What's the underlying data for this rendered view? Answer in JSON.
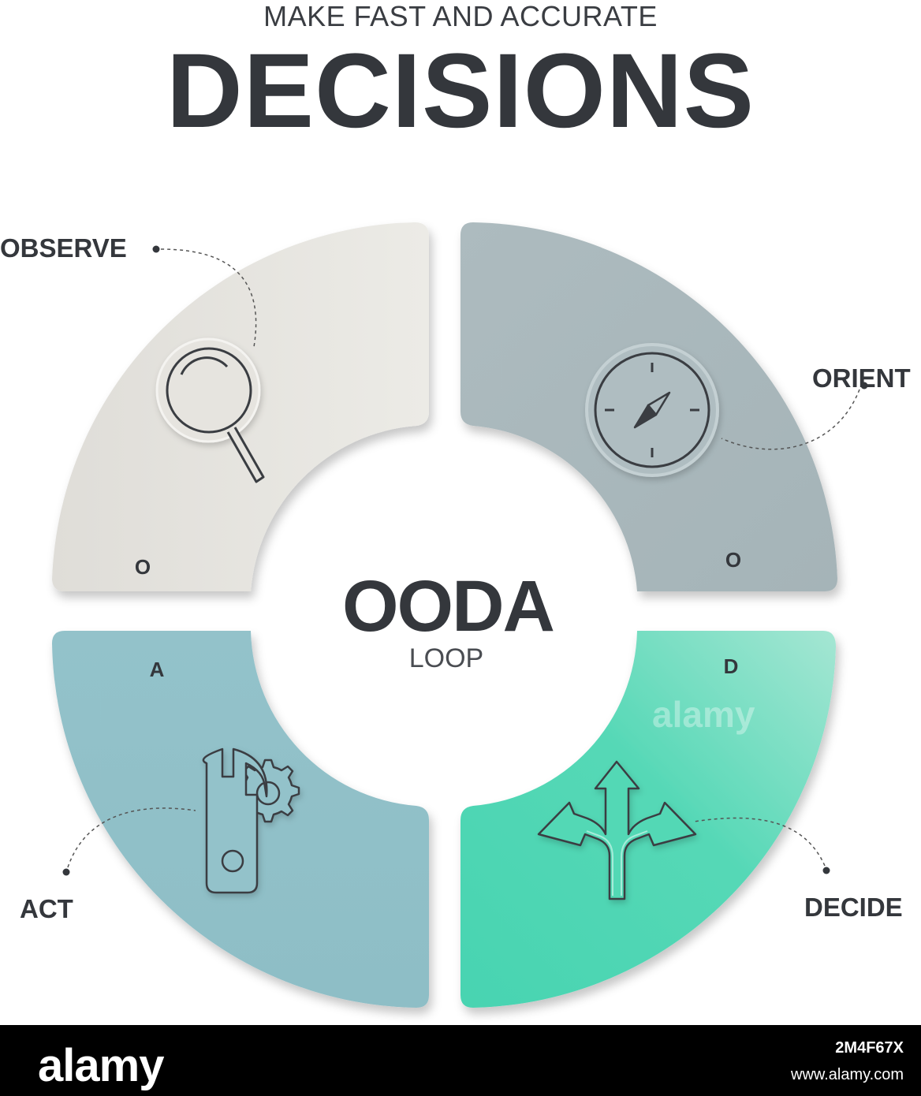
{
  "header": {
    "subtitle": "MAKE FAST AND ACCURATE",
    "title": "DECISIONS"
  },
  "center": {
    "title": "OODA",
    "subtitle": "LOOP"
  },
  "quadrants": [
    {
      "id": "observe",
      "letter": "O",
      "label": "OBSERVE",
      "icon": "magnifying-glass-icon",
      "color": "#e3e1dc"
    },
    {
      "id": "orient",
      "letter": "O",
      "label": "ORIENT",
      "icon": "compass-icon",
      "color": "#a9b8bc"
    },
    {
      "id": "decide",
      "letter": "D",
      "label": "DECIDE",
      "icon": "split-arrows-icon",
      "color": "#4fd6b4"
    },
    {
      "id": "act",
      "letter": "A",
      "label": "ACT",
      "icon": "wrench-gear-icon",
      "color": "#91c0c8"
    }
  ],
  "watermark": {
    "brand": "alamy",
    "image_id": "2M4F67X",
    "url": "www.alamy.com"
  },
  "colors": {
    "text_dark": "#34373c",
    "icon_stroke": "#3a3d42"
  }
}
